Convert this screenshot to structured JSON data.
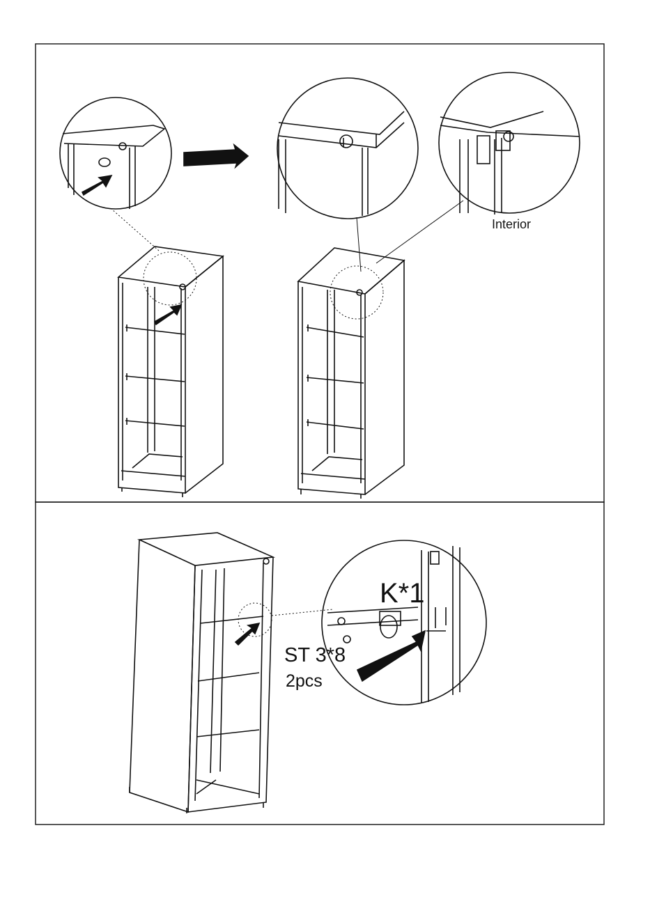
{
  "step_top": {
    "callout_label": "Interior"
  },
  "step_bottom": {
    "part_label": "K*1",
    "screw_spec": "ST 3*8",
    "screw_qty": "2pcs"
  }
}
